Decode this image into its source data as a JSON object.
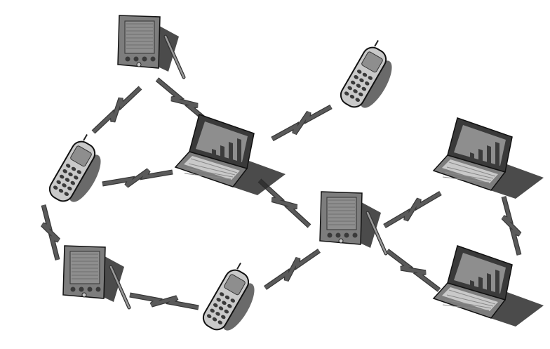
{
  "diagram": {
    "type": "wireless ad hoc network",
    "palette": {
      "background": "#ffffff",
      "device_body": "#7d7d7d",
      "device_dark": "#3a3a3a",
      "device_light": "#c9c9c9",
      "screen": "#8e8e8e",
      "shadow": "#2b2b2b",
      "link": "#5a5a5a"
    },
    "nodes": [
      {
        "id": "pda-top",
        "kind": "pda",
        "icon": "pda-icon"
      },
      {
        "id": "phone-left",
        "kind": "phone",
        "icon": "mobile-phone-icon"
      },
      {
        "id": "pda-bottom-left",
        "kind": "pda",
        "icon": "pda-icon"
      },
      {
        "id": "phone-bottom",
        "kind": "phone",
        "icon": "mobile-phone-icon"
      },
      {
        "id": "laptop-center",
        "kind": "laptop",
        "icon": "laptop-icon"
      },
      {
        "id": "phone-top-right",
        "kind": "phone",
        "icon": "mobile-phone-icon"
      },
      {
        "id": "pda-center-right",
        "kind": "pda",
        "icon": "pda-icon"
      },
      {
        "id": "laptop-right-top",
        "kind": "laptop",
        "icon": "laptop-icon"
      },
      {
        "id": "laptop-right-bottom",
        "kind": "laptop",
        "icon": "laptop-icon"
      }
    ],
    "links": [
      [
        "pda-top",
        "phone-left"
      ],
      [
        "pda-top",
        "laptop-center"
      ],
      [
        "phone-left",
        "laptop-center"
      ],
      [
        "phone-left",
        "pda-bottom-left"
      ],
      [
        "pda-bottom-left",
        "phone-bottom"
      ],
      [
        "phone-bottom",
        "pda-center-right"
      ],
      [
        "laptop-center",
        "phone-top-right"
      ],
      [
        "laptop-center",
        "pda-center-right"
      ],
      [
        "pda-center-right",
        "laptop-right-top"
      ],
      [
        "pda-center-right",
        "laptop-right-bottom"
      ],
      [
        "laptop-right-top",
        "laptop-right-bottom"
      ]
    ]
  }
}
